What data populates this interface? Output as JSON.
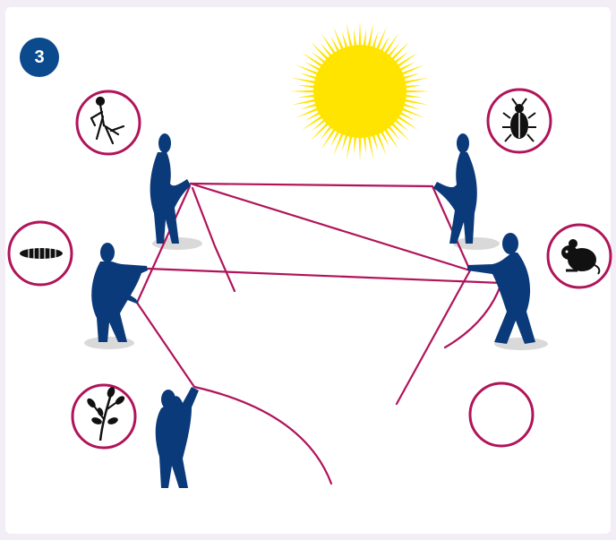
{
  "step": {
    "number": "3"
  },
  "colors": {
    "background": "#f3eef5",
    "card": "#ffffff",
    "badge": "#0b4a8c",
    "figure": "#0b3a7a",
    "rope": "#b0145a",
    "ring": "#b0145a",
    "sun": "#ffe400",
    "icon": "#111111",
    "shadow": "#cfcfcf"
  },
  "organisms": [
    {
      "name": "mantis",
      "icon": "mantis-icon"
    },
    {
      "name": "beetle",
      "icon": "beetle-icon"
    },
    {
      "name": "caterpillar",
      "icon": "caterpillar-icon"
    },
    {
      "name": "mouse",
      "icon": "mouse-icon"
    },
    {
      "name": "plant",
      "icon": "plant-icon"
    },
    {
      "name": "empty",
      "icon": ""
    }
  ]
}
